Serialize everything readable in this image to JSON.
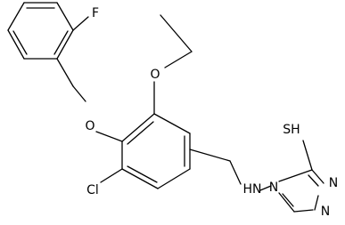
{
  "molecule": {
    "atoms": {
      "fluorine": "F",
      "ether_oxygen_top": "O",
      "ether_oxygen_benzyl": "O",
      "chlorine": "Cl",
      "thiol": "SH",
      "amine": "HN",
      "triazole_n1": "N",
      "triazole_n2": "N",
      "triazole_n4": "N"
    }
  }
}
